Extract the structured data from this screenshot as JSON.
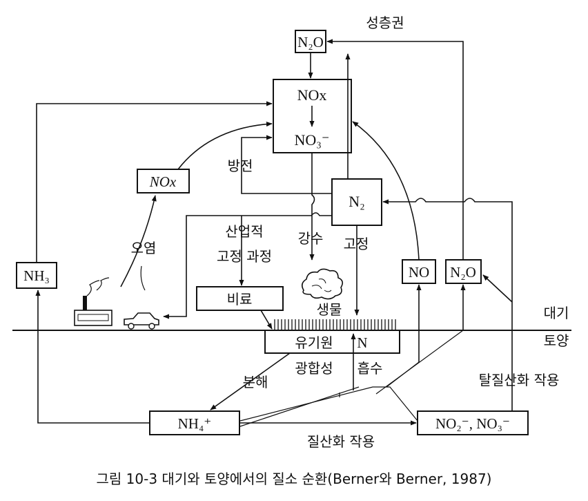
{
  "labels": {
    "stratosphere": "성층권",
    "atmosphere": "대기",
    "soil": "토양",
    "lightning": "방전",
    "industrial_fixation_1": "산업적",
    "industrial_fixation_2": "고정 과정",
    "fertilizer": "비료",
    "precipitation": "강수",
    "fixation": "고정",
    "pollution": "오염",
    "biota": "생물",
    "organic_n": "유기원",
    "organic_n_symbol": "N",
    "photosynthetic_uptake_1": "광합성",
    "photosynthetic_uptake_2": "흡수",
    "decomposition": "분해",
    "denitrification": "탈질산화 작용",
    "nitrification": "질산화 작용"
  },
  "species": {
    "n2o_top": "N₂O",
    "nox": "NOx",
    "no3": "NO₃⁻",
    "nox_left": "NOx",
    "n2": "N₂",
    "nh3": "NH₃",
    "no": "NO",
    "n2o_right": "N₂O",
    "nh4": "NH₄⁺",
    "no2_no3": "NO₂⁻, NO₃⁻"
  },
  "caption": "그림 10-3  대기와 토양에서의 질소 순환(Berner와 Berner, 1987)"
}
